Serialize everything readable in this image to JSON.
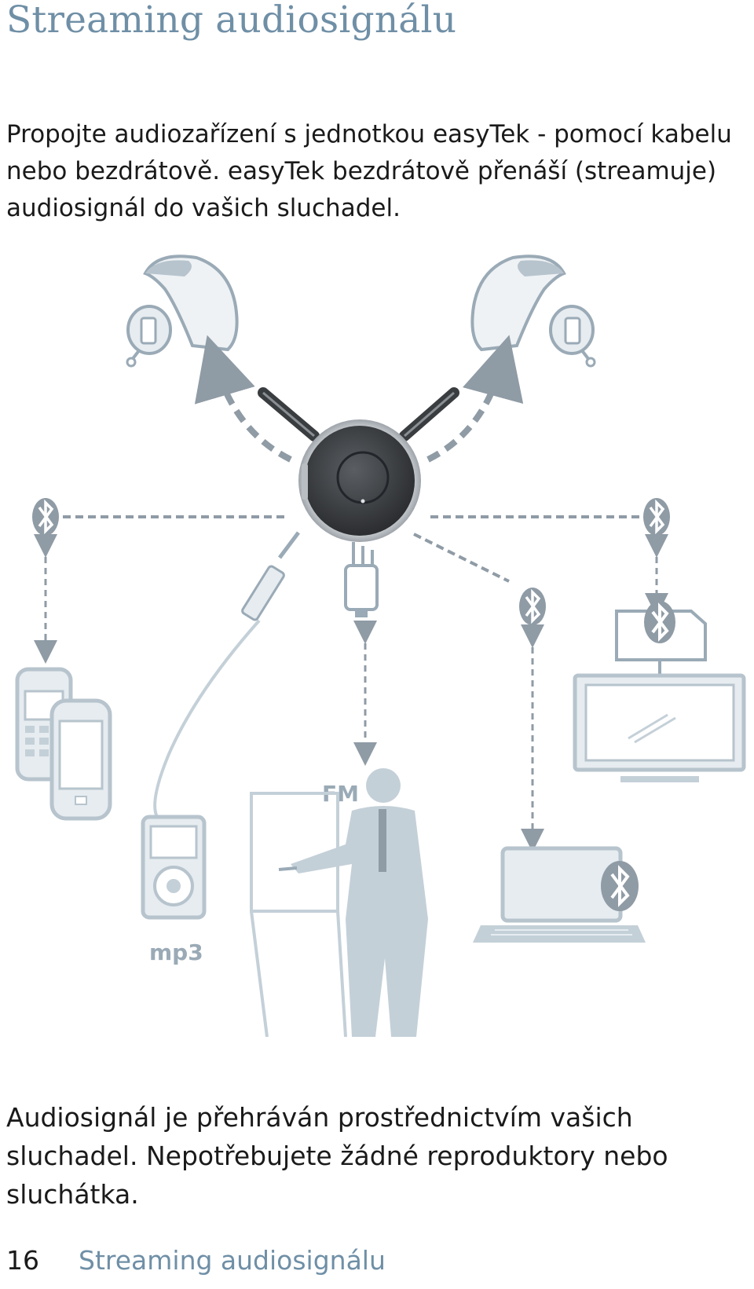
{
  "page": {
    "title": "Streaming audiosignálu",
    "intro": "Propojte audiozařízení s jednotkou easyTek - pomocí kabelu nebo bezdrátově. easyTek bezdrátově přenáší (streamuje) audiosignál do vašich sluchadel.",
    "outro": "Audiosignál je přehráván prostřednictvím vašich sluchadel. Nepotřebujete žádné reproduktory nebo sluchátka.",
    "footer": {
      "page_number": "16",
      "section": "Streaming audiosignálu"
    }
  },
  "illustration": {
    "labels": {
      "fm": "FM",
      "mp3": "mp3"
    },
    "icons": [
      "hearing-aid-left-icon",
      "hearing-aid-right-icon",
      "easytek-device-icon",
      "bluetooth-icon",
      "mobile-phone-icon",
      "mp3-player-icon",
      "fm-receiver-icon",
      "presenter-icon",
      "tv-icon",
      "laptop-icon"
    ],
    "colors": {
      "device_light": "#c4d0d8",
      "device_fill": "#e6ecf0",
      "arrow": "#8f9ba5",
      "easytek_body": "#3a3d40",
      "text_accent": "#6f8fa6"
    }
  }
}
